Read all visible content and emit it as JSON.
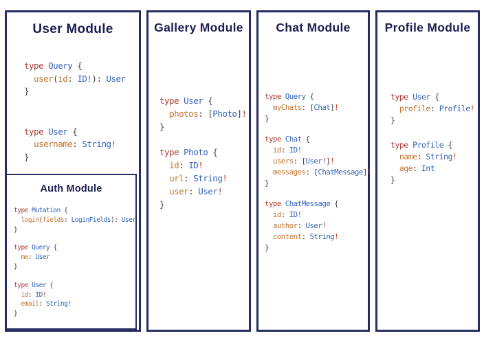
{
  "colors": {
    "border": "#272c63",
    "title": "#1b1e4e",
    "keyword": "#ab3b35",
    "type_name": "#3462b8",
    "field": "#c0742f",
    "punct": "#3d3f4a",
    "bang": "#c2402e"
  },
  "panels": {
    "user": {
      "title": "User Module",
      "code_blocks": [
        [
          [
            [
              "k",
              "type"
            ],
            [
              "p",
              " "
            ],
            [
              "t",
              "Query"
            ],
            [
              "p",
              " {"
            ]
          ],
          [
            [
              "p",
              "  "
            ],
            [
              "f",
              "user"
            ],
            [
              "p",
              "("
            ],
            [
              "f",
              "id"
            ],
            [
              "p",
              ": "
            ],
            [
              "t",
              "ID"
            ],
            [
              "b",
              "!"
            ],
            [
              "p",
              "): "
            ],
            [
              "t",
              "User"
            ]
          ],
          [
            [
              "p",
              "}"
            ]
          ]
        ],
        [
          [
            [
              "k",
              "type"
            ],
            [
              "p",
              " "
            ],
            [
              "t",
              "User"
            ],
            [
              "p",
              " {"
            ]
          ],
          [
            [
              "p",
              "  "
            ],
            [
              "f",
              "username"
            ],
            [
              "p",
              ": "
            ],
            [
              "t",
              "String"
            ],
            [
              "b",
              "!"
            ]
          ],
          [
            [
              "p",
              "}"
            ]
          ]
        ]
      ],
      "nested": {
        "title": "Auth Module",
        "code_blocks": [
          [
            [
              [
                "k",
                "type"
              ],
              [
                "p",
                " "
              ],
              [
                "t",
                "Mutation"
              ],
              [
                "p",
                " {"
              ]
            ],
            [
              [
                "p",
                "  "
              ],
              [
                "f",
                "login"
              ],
              [
                "p",
                "("
              ],
              [
                "f",
                "fields"
              ],
              [
                "p",
                ": "
              ],
              [
                "t",
                "LoginFields"
              ],
              [
                "p",
                "): "
              ],
              [
                "t",
                "User"
              ]
            ],
            [
              [
                "p",
                "}"
              ]
            ]
          ],
          [
            [
              [
                "k",
                "type"
              ],
              [
                "p",
                " "
              ],
              [
                "t",
                "Query"
              ],
              [
                "p",
                " {"
              ]
            ],
            [
              [
                "p",
                "  "
              ],
              [
                "f",
                "me"
              ],
              [
                "p",
                ": "
              ],
              [
                "t",
                "User"
              ]
            ],
            [
              [
                "p",
                "}"
              ]
            ]
          ],
          [
            [
              [
                "k",
                "type"
              ],
              [
                "p",
                " "
              ],
              [
                "t",
                "User"
              ],
              [
                "p",
                " {"
              ]
            ],
            [
              [
                "p",
                "  "
              ],
              [
                "f",
                "id"
              ],
              [
                "p",
                ": "
              ],
              [
                "t",
                "ID"
              ],
              [
                "b",
                "!"
              ]
            ],
            [
              [
                "p",
                "  "
              ],
              [
                "f",
                "email"
              ],
              [
                "p",
                ": "
              ],
              [
                "t",
                "String"
              ],
              [
                "b",
                "!"
              ]
            ],
            [
              [
                "p",
                "}"
              ]
            ]
          ]
        ]
      }
    },
    "gallery": {
      "title": "Gallery Module",
      "code_blocks": [
        [
          [
            [
              "k",
              "type"
            ],
            [
              "p",
              " "
            ],
            [
              "t",
              "User"
            ],
            [
              "p",
              " {"
            ]
          ],
          [
            [
              "p",
              "  "
            ],
            [
              "f",
              "photos"
            ],
            [
              "p",
              ": ["
            ],
            [
              "t",
              "Photo"
            ],
            [
              "p",
              "]"
            ],
            [
              "b",
              "!"
            ]
          ],
          [
            [
              "p",
              "}"
            ]
          ]
        ],
        [
          [
            [
              "k",
              "type"
            ],
            [
              "p",
              " "
            ],
            [
              "t",
              "Photo"
            ],
            [
              "p",
              " {"
            ]
          ],
          [
            [
              "p",
              "  "
            ],
            [
              "f",
              "id"
            ],
            [
              "p",
              ": "
            ],
            [
              "t",
              "ID"
            ],
            [
              "b",
              "!"
            ]
          ],
          [
            [
              "p",
              "  "
            ],
            [
              "f",
              "url"
            ],
            [
              "p",
              ": "
            ],
            [
              "t",
              "String"
            ],
            [
              "b",
              "!"
            ]
          ],
          [
            [
              "p",
              "  "
            ],
            [
              "f",
              "user"
            ],
            [
              "p",
              ": "
            ],
            [
              "t",
              "User"
            ],
            [
              "b",
              "!"
            ]
          ],
          [
            [
              "p",
              "}"
            ]
          ]
        ]
      ]
    },
    "chat": {
      "title": "Chat Module",
      "code_blocks": [
        [
          [
            [
              "k",
              "type"
            ],
            [
              "p",
              " "
            ],
            [
              "t",
              "Query"
            ],
            [
              "p",
              " {"
            ]
          ],
          [
            [
              "p",
              "  "
            ],
            [
              "f",
              "myChats"
            ],
            [
              "p",
              ": ["
            ],
            [
              "t",
              "Chat"
            ],
            [
              "p",
              "]"
            ],
            [
              "b",
              "!"
            ]
          ],
          [
            [
              "p",
              "}"
            ]
          ]
        ],
        [
          [
            [
              "k",
              "type"
            ],
            [
              "p",
              " "
            ],
            [
              "t",
              "Chat"
            ],
            [
              "p",
              " {"
            ]
          ],
          [
            [
              "p",
              "  "
            ],
            [
              "f",
              "id"
            ],
            [
              "p",
              ": "
            ],
            [
              "t",
              "ID"
            ],
            [
              "b",
              "!"
            ]
          ],
          [
            [
              "p",
              "  "
            ],
            [
              "f",
              "users"
            ],
            [
              "p",
              ": ["
            ],
            [
              "t",
              "User"
            ],
            [
              "b",
              "!"
            ],
            [
              "p",
              "]"
            ],
            [
              "b",
              "!"
            ]
          ],
          [
            [
              "p",
              "  "
            ],
            [
              "f",
              "messages"
            ],
            [
              "p",
              ": ["
            ],
            [
              "t",
              "ChatMessage"
            ],
            [
              "p",
              "]"
            ],
            [
              "b",
              "!"
            ]
          ],
          [
            [
              "p",
              "}"
            ]
          ]
        ],
        [
          [
            [
              "k",
              "type"
            ],
            [
              "p",
              " "
            ],
            [
              "t",
              "ChatMessage"
            ],
            [
              "p",
              " {"
            ]
          ],
          [
            [
              "p",
              "  "
            ],
            [
              "f",
              "id"
            ],
            [
              "p",
              ": "
            ],
            [
              "t",
              "ID"
            ],
            [
              "b",
              "!"
            ]
          ],
          [
            [
              "p",
              "  "
            ],
            [
              "f",
              "author"
            ],
            [
              "p",
              ": "
            ],
            [
              "t",
              "User"
            ],
            [
              "b",
              "!"
            ]
          ],
          [
            [
              "p",
              "  "
            ],
            [
              "f",
              "content"
            ],
            [
              "p",
              ": "
            ],
            [
              "t",
              "String"
            ],
            [
              "b",
              "!"
            ]
          ],
          [
            [
              "p",
              "}"
            ]
          ]
        ]
      ]
    },
    "profile": {
      "title": "Profile Module",
      "code_blocks": [
        [
          [
            [
              "k",
              "type"
            ],
            [
              "p",
              " "
            ],
            [
              "t",
              "User"
            ],
            [
              "p",
              " {"
            ]
          ],
          [
            [
              "p",
              "  "
            ],
            [
              "f",
              "profile"
            ],
            [
              "p",
              ": "
            ],
            [
              "t",
              "Profile"
            ],
            [
              "b",
              "!"
            ]
          ],
          [
            [
              "p",
              "}"
            ]
          ]
        ],
        [
          [
            [
              "k",
              "type"
            ],
            [
              "p",
              " "
            ],
            [
              "t",
              "Profile"
            ],
            [
              "p",
              " {"
            ]
          ],
          [
            [
              "p",
              "  "
            ],
            [
              "f",
              "name"
            ],
            [
              "p",
              ": "
            ],
            [
              "t",
              "String"
            ],
            [
              "b",
              "!"
            ]
          ],
          [
            [
              "p",
              "  "
            ],
            [
              "f",
              "age"
            ],
            [
              "p",
              ": "
            ],
            [
              "t",
              "Int"
            ]
          ],
          [
            [
              "p",
              "}"
            ]
          ]
        ]
      ]
    }
  }
}
